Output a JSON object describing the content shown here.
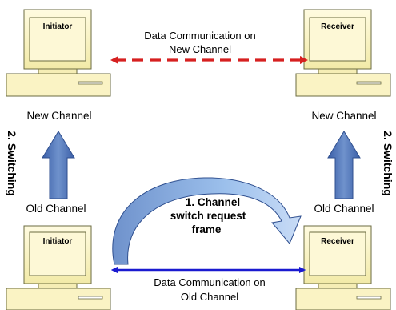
{
  "top_link": {
    "label_line1": "Data Communication on",
    "label_line2": "New Channel",
    "color": "#d62020"
  },
  "bottom_link": {
    "label_line1": "Data Communication on",
    "label_line2": "Old Channel",
    "color": "#1a1ad0"
  },
  "left_switch": {
    "new_channel": "New Channel",
    "old_channel": "Old Channel",
    "rotated_label": "2. Switching"
  },
  "right_switch": {
    "new_channel": "New Channel",
    "old_channel": "Old Channel",
    "rotated_label": "2. Switching"
  },
  "computers": {
    "initiator_top": "Initiator",
    "receiver_top": "Receiver",
    "initiator_bottom": "Initiator",
    "receiver_bottom": "Receiver"
  },
  "switch_request": {
    "line1": "1. Channel",
    "line2": "switch request",
    "line3": "frame"
  },
  "colors": {
    "computer_body": "#fdf7c8",
    "computer_outline": "#5a5a3a",
    "blue_arrow": "#4a6fb0"
  }
}
